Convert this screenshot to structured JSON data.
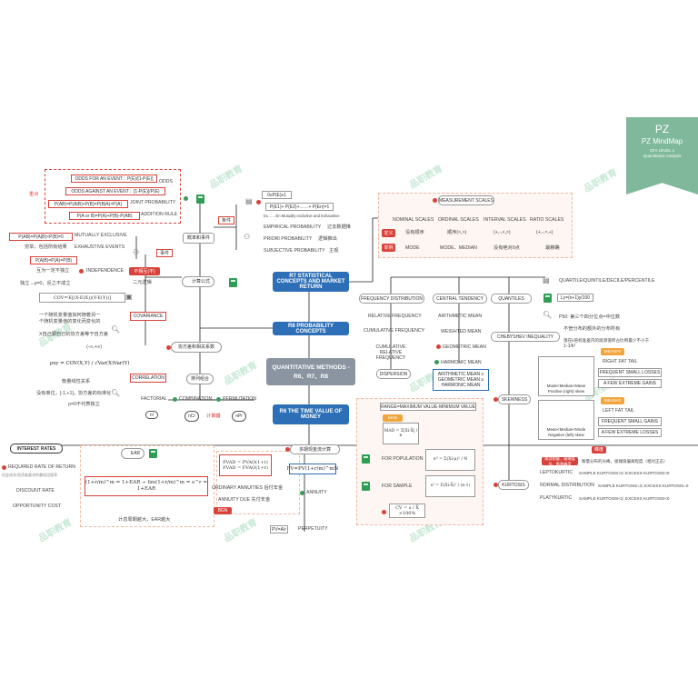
{
  "brand": {
    "logo": "PZ",
    "title": "PZ MindMap",
    "subtitle1": "CFA LEVEL 1",
    "subtitle2": "Quantitative Analysis",
    "watermark": "品职教育"
  },
  "center": {
    "r7": "R7 STATISTICAL CONCEPTS AND MARKET RETURN",
    "r8": "R8 PROBABILITY CONCEPTS",
    "main": "QUANTITATIVE METHODS -R6、R7、R8",
    "r6": "R6 THE TIME VALUE OF MONEY"
  },
  "probability": {
    "event": "事件",
    "prob_events": "概率和事件",
    "odds": "ODDS",
    "odds_for": "ODDS FOR AN EVENT：P(E)/[1-P(E)]",
    "odds_against": "ODDS AGAINST AN EVENT：[1-P(E)]/P(E)",
    "joint_formula": "P(AB)=P(A|B)×P(B)=P(B|A)×P(A)",
    "joint": "JOINT PROBABILITY",
    "addition_formula": "P(A or B)=P(A)+P(B)-P(AB)",
    "addition": "ADDITION RULE",
    "important": "重点",
    "cond_prob": "条件",
    "axiom1": "0≤P(E)≤1",
    "axiom2": "P(E1)+ P(E2)+……+ P(En)=1",
    "axiom_note": "E1……En Mutually exclusive and Exhaustive",
    "prob": "概率",
    "empirical": "EMPIRICAL PROBABILITY",
    "empirical_cn": "过去数据推",
    "priori": "PRIORI PROBABILITY",
    "priori_cn": "逻辑推出",
    "subjective": "SUBJECTIVE PROBABILITY",
    "subjective_cn": "主观",
    "mutex_formula": "P(AB)=P(A|B)×P(B)=0",
    "mutex": "MUTUALLY EXCLUSIVE",
    "exhaustive_cn": "穷举，包括所有结果",
    "exhaustive": "EXHAUSTIVE EVENTS",
    "indep_formula": "P(A|B)=P(A)=P(B)",
    "indep_cn": "互为一定不独立",
    "independence": "INDEPENDENCE",
    "indep_note": "独立→ρ=0，反之不成立",
    "not_indep": "不相互(不)",
    "two_events": "二元逻辑",
    "calc_formula": "计算公式",
    "cov_formula": "COV＝E[(X-E(X))(Y-E(Y))]",
    "covariance": "COVARIANCE",
    "cov_note1": "一个随机变量值如何随着另一",
    "cov_note2": "个随机变量值的变化而变化的",
    "cov_note3": "X自己跟自己的协方差等于自方差",
    "cov_range": "(-∞,+∞)",
    "corr_formula": "ρxy = COV(X,Y) / √Var(X)Var(Y)",
    "correlation": "CORRELATION",
    "corr_note1": "衡量线性关系",
    "corr_note2": "没有单位，[-1,+1]，协方差的标准化",
    "corr_note3": "ρ=0不代表独立",
    "cov_corr": "协方差和相关系数",
    "counting": "排列组合",
    "factorial": "FACTORIAL",
    "combination": "COMBINATION",
    "permutation": "PERMUTATION",
    "n_fact": "n!",
    "ncr": "nCr",
    "npr": "nPr",
    "calc_method": "计算器"
  },
  "statistics": {
    "measurement": "MEASUREMENT SCALES",
    "nominal": "NOMINAL SCALES",
    "ordinal": "ORDINAL SCALES",
    "interval": "INTERVAL SCALES",
    "ratio": "RATIO SCALES",
    "define": "定义",
    "nominal_def": "没有顺序",
    "ordinal_def": "顺序(<,>)",
    "interval_def": "(+,-,<,>)",
    "ratio_def": "(+,-,×,÷)",
    "example": "举例",
    "mode": "MODE",
    "mode_median": "MODE、MEDIAN",
    "no_zero": "没有绝对0点",
    "geometric": "最精确",
    "freq_dist": "FREQUENCY DISTRIBUTION",
    "rel_freq": "RELATIVE FREQUENCY",
    "cum_freq": "CUMULATIVE FREQUENCY",
    "cum_rel": "CUMULATIVE RELATIVE FREQUENCY",
    "central": "CENTRAL TENDENCY",
    "arith": "ARITHMETIC MEAN",
    "weighted": "WEIGHTED MEAN",
    "geom_mean": "GEOMETRIC MEAN",
    "harm_mean": "HARMONIC MEAN",
    "mean_rel": "ARITHMETIC MEAN ≥ GEOMETRIC MEAN ≥ HARMONIC MEAN",
    "quantiles": "QUANTILES",
    "quant_types": "QUARTILE/QUINTILE/DECILE/PERCENTILE",
    "quant_formula": "Ly=(n+1)y/100",
    "p50": "P50: 第三个四分位点=中位数",
    "chebyshev": "CHEBYSHEV INEQUALITY",
    "cheb1": "不管分布的额外的分布所有",
    "cheb2": "落在k倍标准差内的观测值所占比例最少不小于",
    "cheb3": "1-1/k²",
    "dispersion": "DISPERSION",
    "range": "RANGE=MAXIMUM VALUE-MINIMUM VALUE",
    "mad": "MAD = Σ|Xi-X̄| / n",
    "mad_label": "MAD",
    "population": "FOR POPULATION",
    "pop_formula": "σ² = Σ(Xi-μ)² / N",
    "sample": "FOR SAMPLE",
    "samp_formula": "s² = Σ(Xi-X̄)² / (n-1)",
    "cv": "CV = s / X̄ ×100%",
    "skewness": "SKEWNESS",
    "mean_gt": "MEAN>0",
    "right_tail": "RIGHT FAT TAIL",
    "freq_small_loss": "FREQUENT SMALL LOSSES",
    "few_extreme_gain": "A FEW EXTREME GAINS",
    "pos_skew": "Mode<Median<Mean Positive (right) skew",
    "mean_lt": "MEAN<0",
    "left_tail": "LEFT FAT TAIL",
    "freq_small_gain": "FREQUENT SMALL GAINS",
    "few_extreme_loss": "A FEW EXTREME LOSSES",
    "neg_skew": "Mean<Median<Mode Negative (left) skew",
    "kurtosis": "KURTOSIS",
    "kurt_note": "峰度",
    "kurt_note2": "尾部肥瘦，极端值多，衡量峰度",
    "kurt_def": "衡量分布的尖峰，极端值偏离程度（相对正态）",
    "lepto": "LEPTOKURTIC",
    "lepto_def": "SAMPLE KURTOSIS>3; EXCESS KURTOSIS>0",
    "normal": "NORMAL DISTRIBUTION",
    "normal_def": "SAMPLE KURTOSIS=3; EXCESS KURTOSIS=0",
    "platy": "PLATYKURTIC",
    "platy_def": "SAMPLE KURTOSIS<3; EXCESS KURTOSIS<0"
  },
  "tvm": {
    "interest": "INTEREST RATES",
    "rrr": "REQUIRED RATE OF RETURN",
    "rrr_note": "机会成本/投资者要求的最低回报率",
    "discount": "DISCOUNT RATE",
    "opp_cost": "OPPORTUNITY COST",
    "ear": "EAR",
    "ear_formula": "(1+r/m)^m = 1+EAR → lim(1+r/m)^m = e^r = 1+EAR",
    "ear_note": "计息周期越大，EAR越大",
    "annuity_pv1": "PVAD = PVAO(1+r)",
    "annuity_pv2": "FVAD = FVAO(1+r)",
    "ordinary": "ORDINARY ANNUITIES 后付年金",
    "annuity_due": "ANNUITY DUE 先付年金",
    "bgn": "BGN",
    "multi_period": "多期现金流计算",
    "fv_formula": "FV=PV(1+r/m)^mN",
    "annuity": "ANNUITY",
    "perp_formula": "PV=A/r",
    "perpetuity": "PERPETUITY"
  }
}
